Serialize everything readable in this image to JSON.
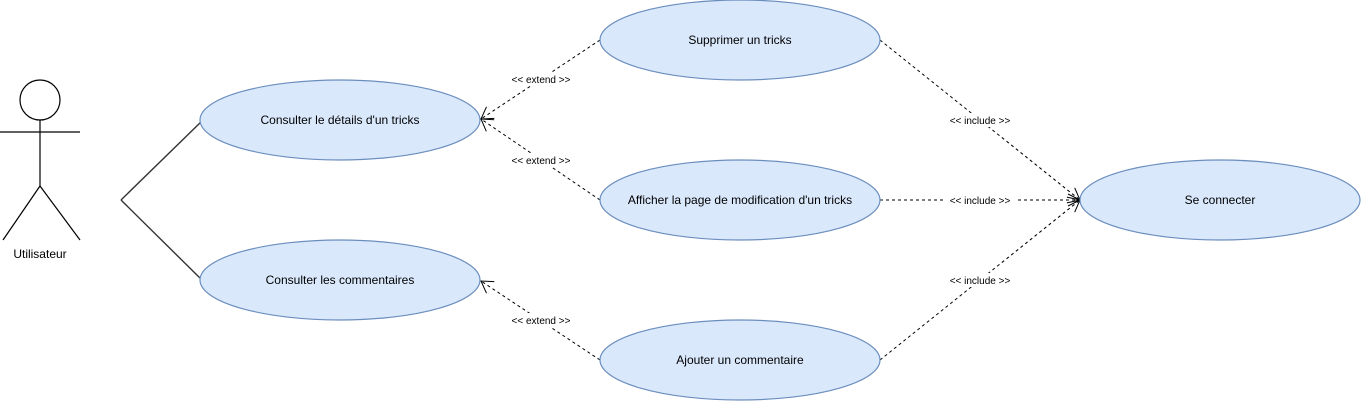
{
  "actor": {
    "label": "Utilisateur"
  },
  "use_cases": {
    "consulter_details": "Consulter le détails d'un tricks",
    "consulter_commentaires": "Consulter les commentaires",
    "supprimer": "Supprimer un tricks",
    "afficher_modification": "Afficher la page de modification d'un tricks",
    "ajouter_commentaire": "Ajouter un commentaire",
    "se_connecter": "Se connecter"
  },
  "relations": {
    "extend_supprimer": "<< extend >>",
    "extend_afficher": "<< extend >>",
    "extend_ajouter": "<< extend >>",
    "include_supprimer": "<< include >>",
    "include_afficher": "<< include >>",
    "include_ajouter": "<< include >>"
  },
  "colors": {
    "use_case_fill": "#dae8fc",
    "use_case_stroke": "#6c8ebf"
  }
}
